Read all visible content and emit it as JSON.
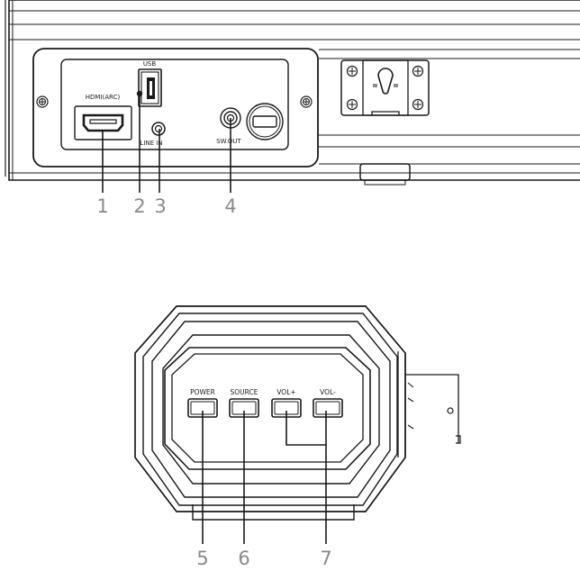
{
  "ports": {
    "hdmi_arc": "HDMI(ARC)",
    "usb": "USB",
    "line_in": "LINE IN",
    "sw_out": "SW.OUT"
  },
  "buttons": {
    "power": "POWER",
    "source": "SOURCE",
    "vol_up": "VOL+",
    "vol_down": "VOL-"
  },
  "callouts": [
    "1",
    "2",
    "3",
    "4",
    "5",
    "6",
    "7"
  ]
}
